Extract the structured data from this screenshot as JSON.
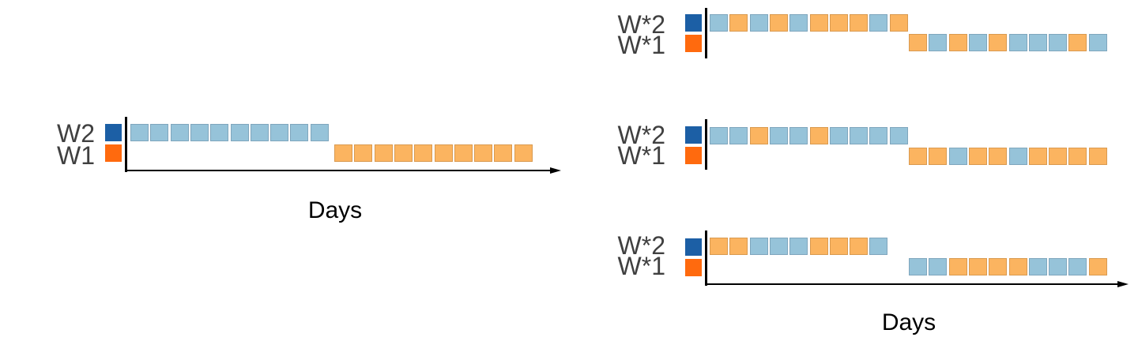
{
  "colors": {
    "w2_legend": "#1c5fa5",
    "w1_legend": "#ff6a0e",
    "blue_cell": "#96c3d9",
    "orange_cell": "#fbb460",
    "axis": "#000000",
    "label_text": "#404040"
  },
  "panels": [
    {
      "id": "original",
      "upper_label": "W2",
      "lower_label": "W1",
      "axis_label": "Days",
      "upper_row": [
        "b",
        "b",
        "b",
        "b",
        "b",
        "b",
        "b",
        "b",
        "b",
        "b"
      ],
      "lower_row": [
        "o",
        "o",
        "o",
        "o",
        "o",
        "o",
        "o",
        "o",
        "o",
        "o"
      ]
    },
    {
      "id": "sample-1",
      "upper_label": "W*2",
      "lower_label": "W*1",
      "axis_label": "",
      "upper_row": [
        "b",
        "o",
        "b",
        "o",
        "b",
        "o",
        "o",
        "o",
        "b",
        "o"
      ],
      "lower_row": [
        "o",
        "b",
        "o",
        "b",
        "o",
        "b",
        "b",
        "b",
        "o",
        "b"
      ]
    },
    {
      "id": "sample-2",
      "upper_label": "W*2",
      "lower_label": "W*1",
      "axis_label": "",
      "upper_row": [
        "b",
        "b",
        "o",
        "b",
        "b",
        "o",
        "b",
        "b",
        "b",
        "b"
      ],
      "lower_row": [
        "o",
        "o",
        "b",
        "o",
        "o",
        "b",
        "o",
        "o",
        "o",
        "o"
      ]
    },
    {
      "id": "sample-3",
      "upper_label": "W*2",
      "lower_label": "W*1",
      "axis_label": "Days",
      "upper_row": [
        "o",
        "o",
        "b",
        "b",
        "b",
        "o",
        "o",
        "o",
        "b"
      ],
      "lower_row": [
        "b",
        "b",
        "o",
        "o",
        "o",
        "o",
        "b",
        "b",
        "b",
        "o"
      ]
    }
  ]
}
